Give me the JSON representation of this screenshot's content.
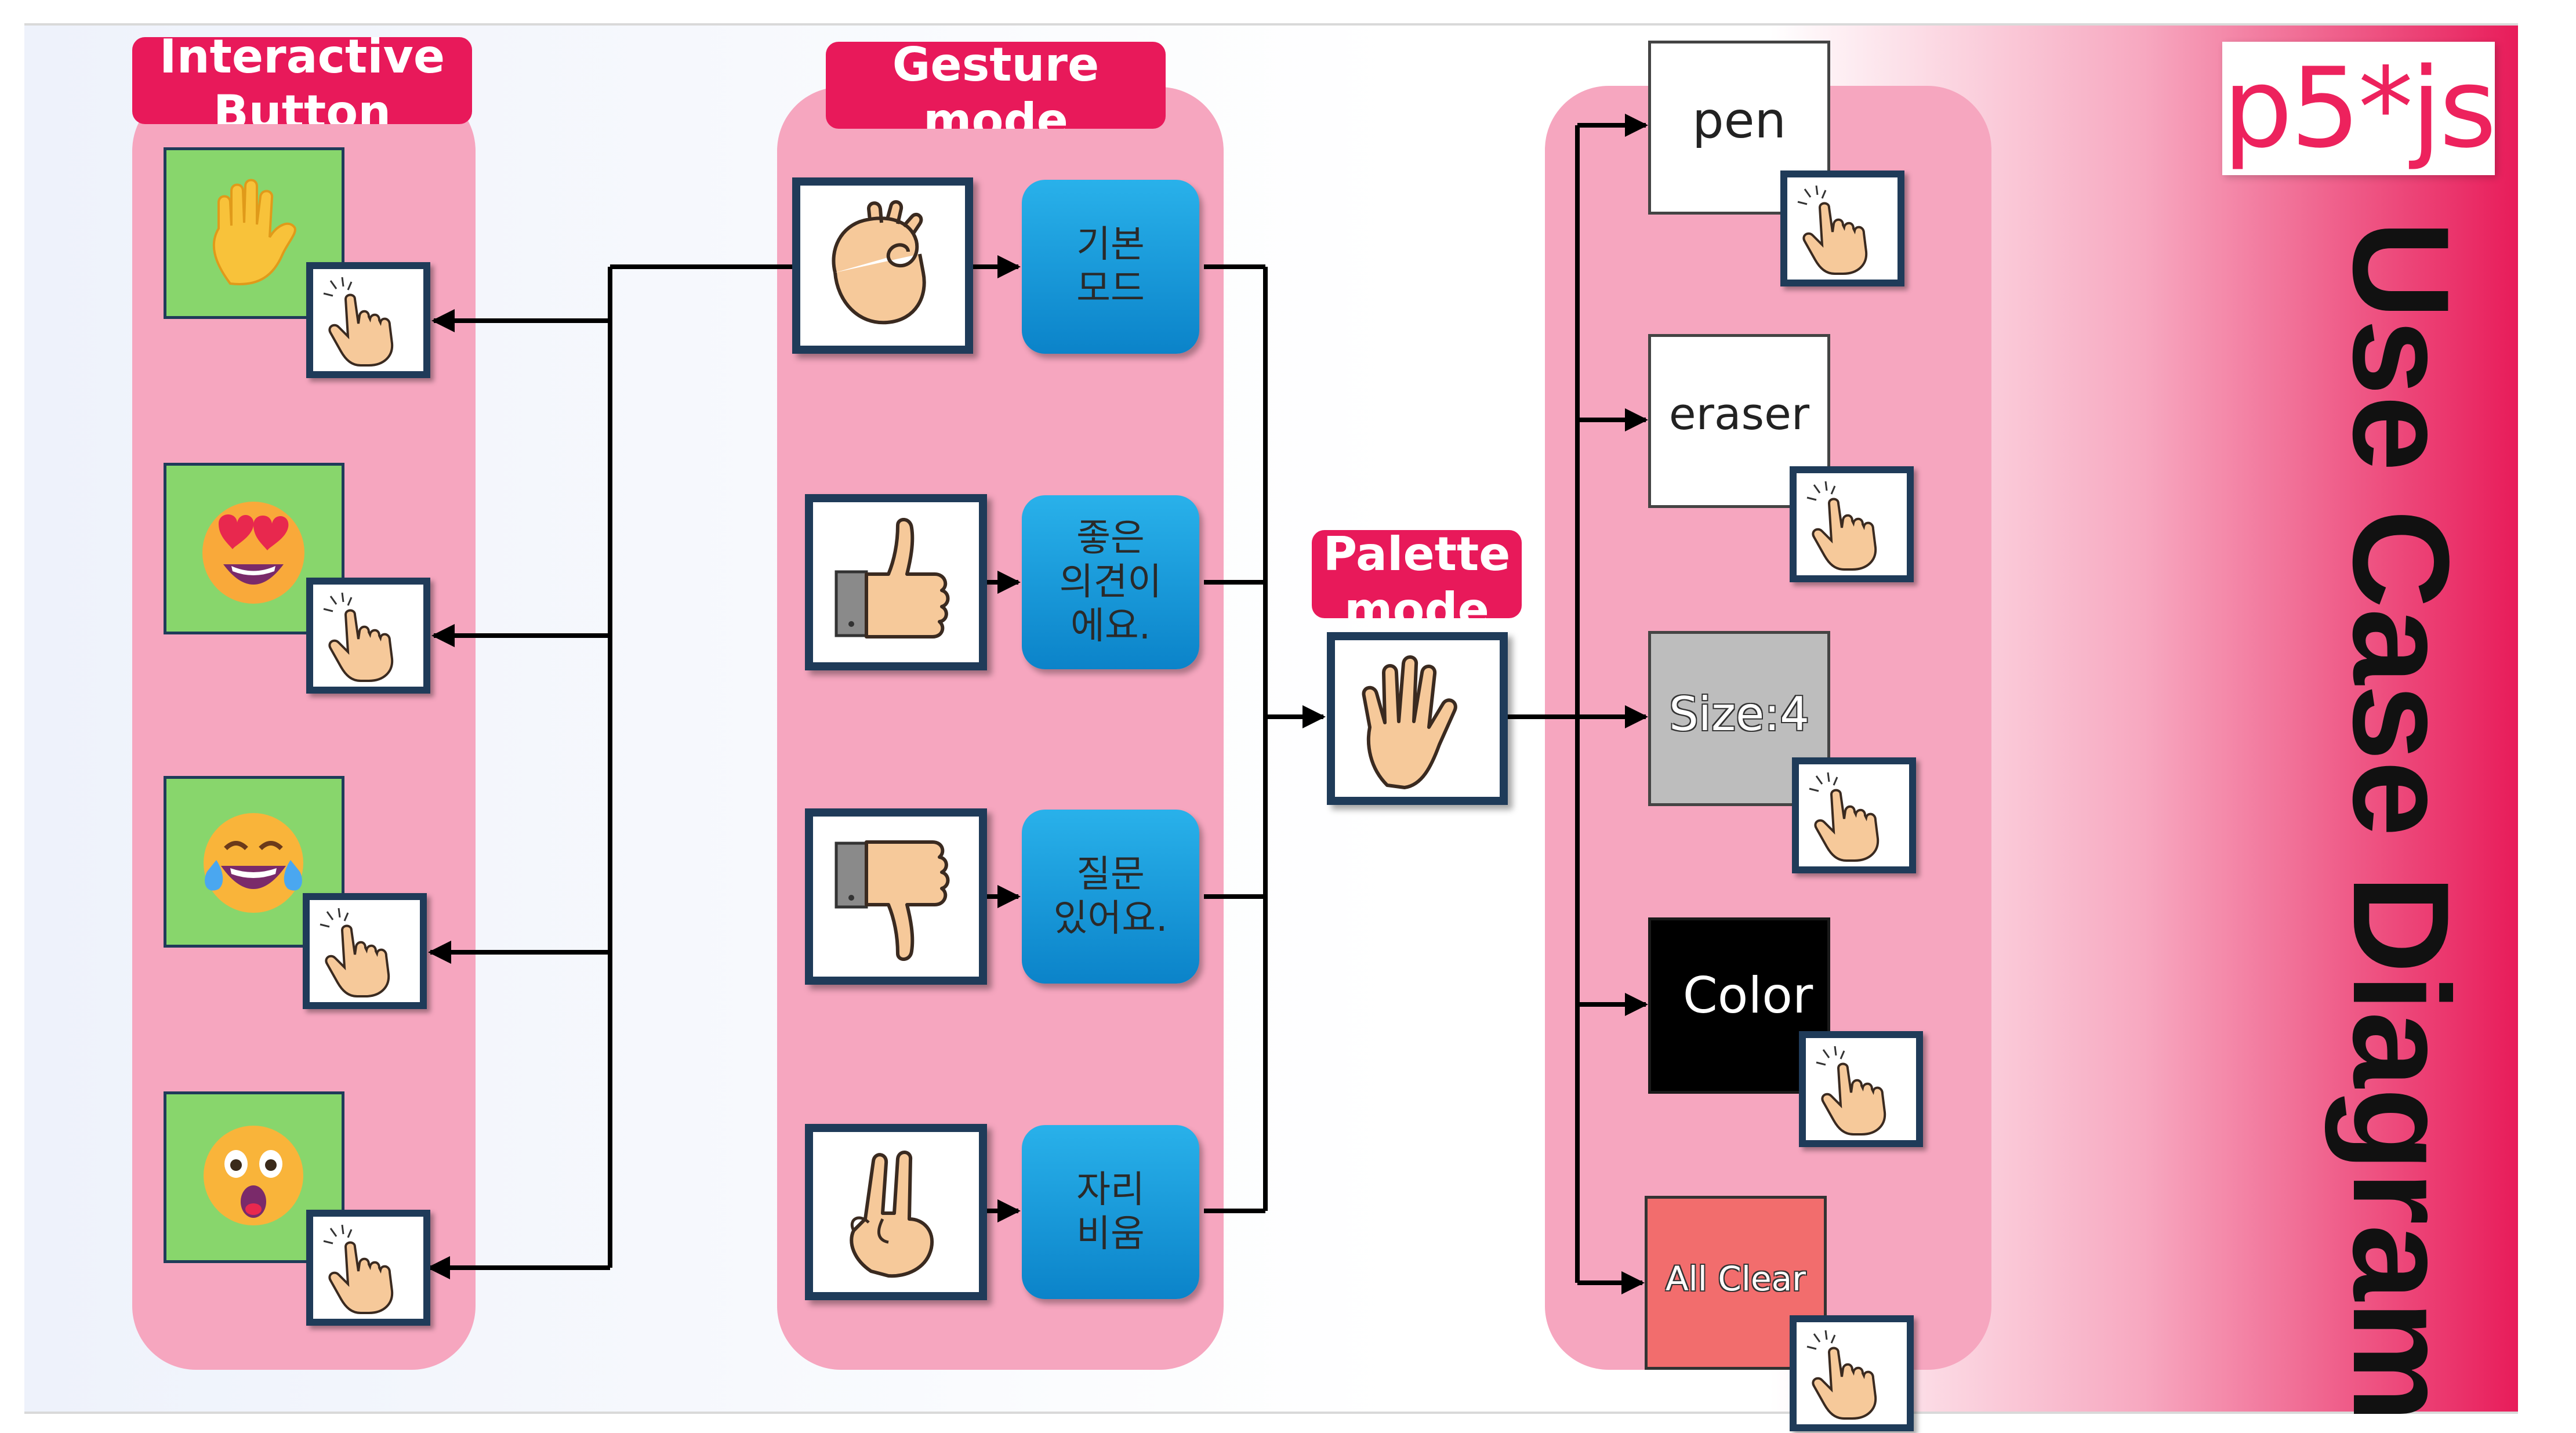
{
  "labels": {
    "interactive_line1": "Interactive",
    "interactive_line2": "Button",
    "gesture_line1": "Gesture",
    "gesture_line2": "mode",
    "palette_line1": "Palette",
    "palette_line2": "mode"
  },
  "emoji_buttons": [
    {
      "icon": "raised-hand-emoji"
    },
    {
      "icon": "heart-eyes-emoji"
    },
    {
      "icon": "tears-of-joy-emoji"
    },
    {
      "icon": "astonished-emoji"
    }
  ],
  "gestures": [
    {
      "icon": "ok-hand-gesture",
      "line1": "기본",
      "line2": "모드",
      "line3": ""
    },
    {
      "icon": "thumbs-up-gesture",
      "line1": "좋은",
      "line2": "의견이",
      "line3": "에요."
    },
    {
      "icon": "thumbs-down-gesture",
      "line1": "질문",
      "line2": "있어요.",
      "line3": ""
    },
    {
      "icon": "victory-hand-gesture",
      "line1": "자리",
      "line2": "비움",
      "line3": ""
    }
  ],
  "palette_icon": "open-palm-gesture",
  "tools": {
    "pen": "pen",
    "eraser": "eraser",
    "size": "Size:4",
    "color": "Color",
    "clear": "All Clear"
  },
  "colors": {
    "accent_pink": "#e8195a",
    "panel_pink": "#f6a6bf",
    "button_blue": "#0b83c9",
    "emoji_green": "#88d66c",
    "frame_navy": "#1f3b59",
    "size_gray": "#bdbdbd",
    "clear_red": "#f26d6d"
  },
  "logo": {
    "text": "p5*js"
  },
  "title": "Use Case Diagram"
}
